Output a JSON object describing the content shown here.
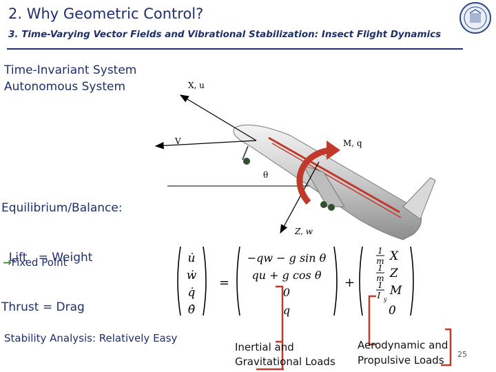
{
  "slide": {
    "title": "2. Why Geometric Control?",
    "subtitle": "3. Time-Varying Vector Fields and Vibrational Stabilization: Insect Flight Dynamics",
    "page_number": "25"
  },
  "left_text": {
    "system_type_line1": "Time-Invariant System",
    "system_type_line2": "Autonomous System",
    "equilibrium_heading": "Equilibrium/Balance:",
    "equilibrium_line1": "  Lift   = Weight",
    "equilibrium_line2": "Thrust = Drag",
    "fixed_point_arrow": "→",
    "fixed_point": "Fixed Point",
    "stability": "Stability Analysis: Relatively Easy"
  },
  "diagram_labels": {
    "x_axis": "X, u",
    "velocity": "V",
    "pitch": "M, q",
    "z_axis": "Z, w",
    "theta": "θ"
  },
  "equation": {
    "lhs": [
      "u̇",
      "ẇ",
      "q̇",
      "θ̇"
    ],
    "equals": "=",
    "rhs1": [
      "−qw − g sin θ",
      "qu + g cos θ",
      "0",
      "q"
    ],
    "plus": "+",
    "rhs2_coeff1": "1",
    "rhs2_den1": "m",
    "rhs2_var1": "X",
    "rhs2_coeff2": "1",
    "rhs2_den2": "m",
    "rhs2_var2": "Z",
    "rhs2_coeff3": "1",
    "rhs2_den3": "I",
    "rhs2_den3_sub": "y",
    "rhs2_var3": "M",
    "rhs2_row4": "0"
  },
  "brace_labels": {
    "inertial_line1": "Inertial and",
    "inertial_line2": "Gravitational Loads",
    "aero_line1": "Aerodynamic and",
    "aero_line2": "Propulsive Loads"
  },
  "colors": {
    "title_blue": "#1f2f6b",
    "bracket_red": "#c0392b",
    "arrow_green": "#2d8a2d"
  }
}
